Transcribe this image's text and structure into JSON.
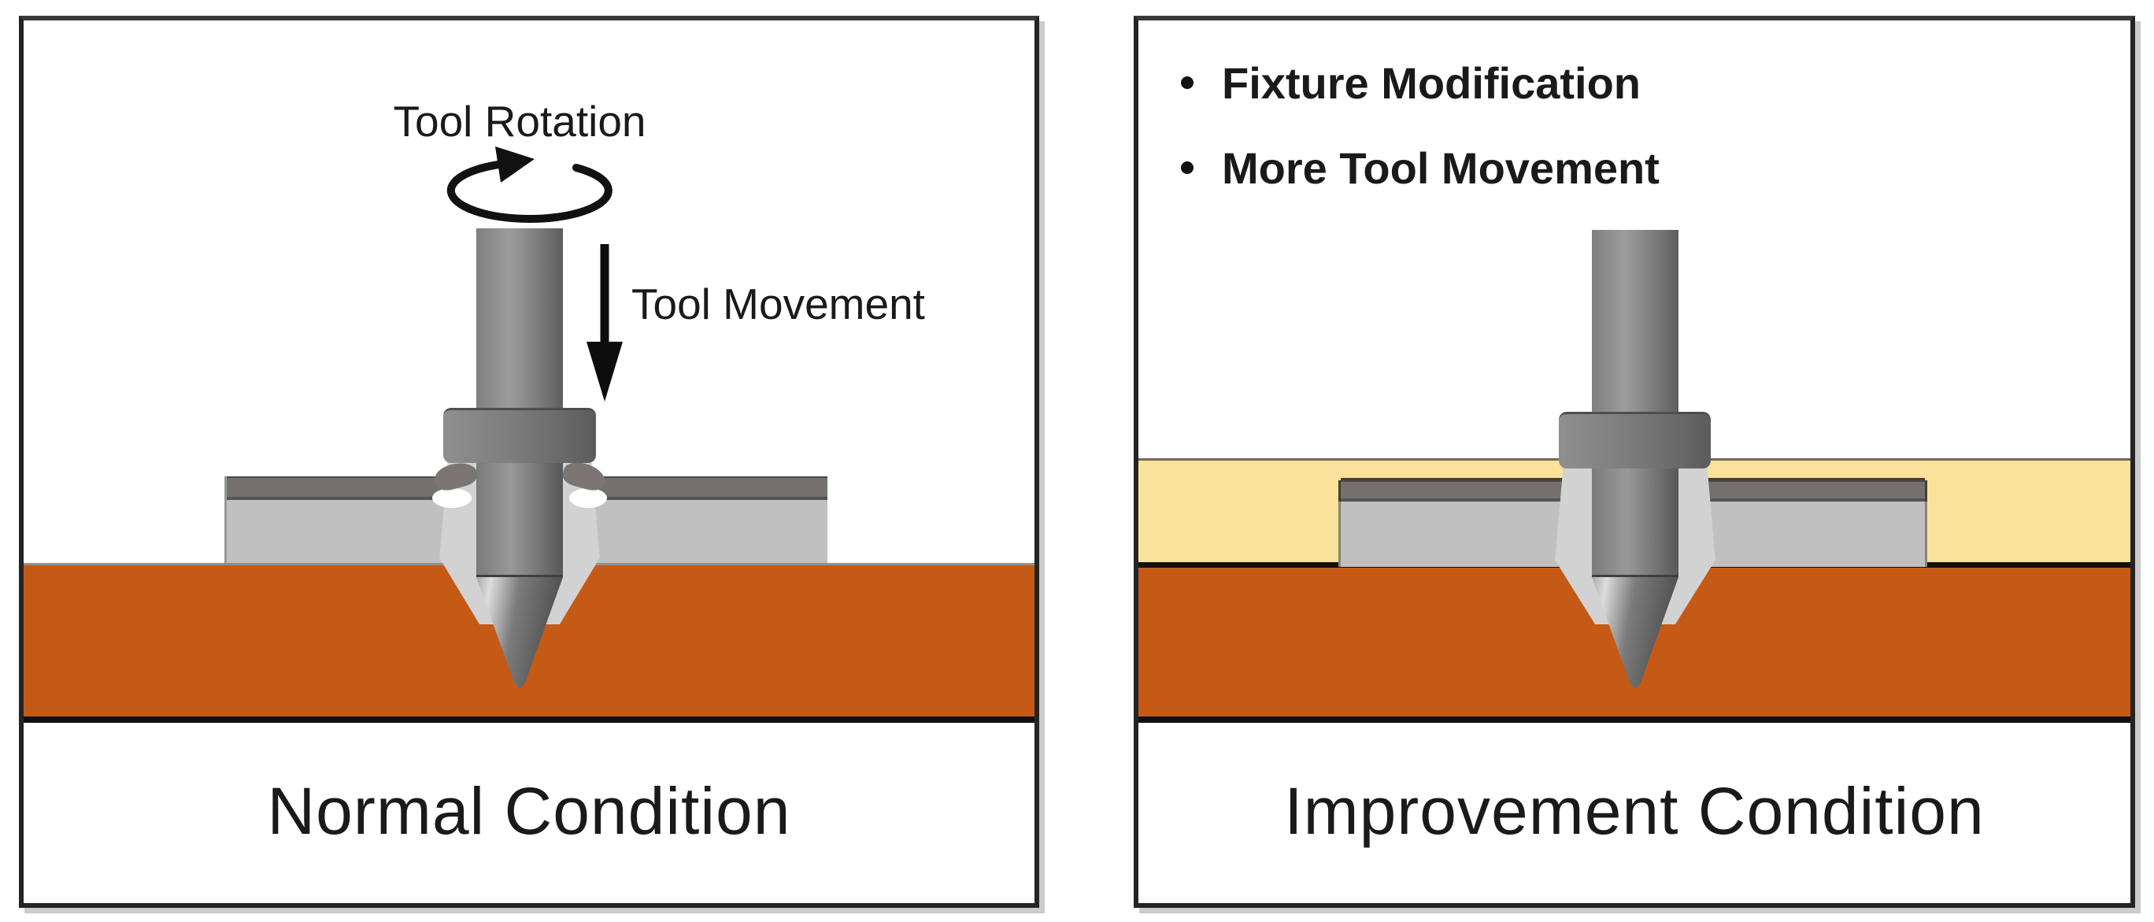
{
  "colors": {
    "workpiece_orange": "#C45A15",
    "fixture_yellow": "#FBE29B",
    "sheet_dark_gray": "#767070",
    "sheet_light_gray": "#C1C0C0",
    "flash_gray": "#D3D2D2",
    "tool_gray_light": "#9C9C9C",
    "tool_gray_dark": "#5E5E5E",
    "ink": "#1A1A1A"
  },
  "left_panel": {
    "title": "Normal Condition",
    "rotation_label": "Tool Rotation",
    "movement_label": "Tool Movement"
  },
  "right_panel": {
    "title": "Improvement Condition",
    "bullets": [
      {
        "label": "Fixture Modification"
      },
      {
        "label": "More Tool Movement"
      }
    ]
  }
}
